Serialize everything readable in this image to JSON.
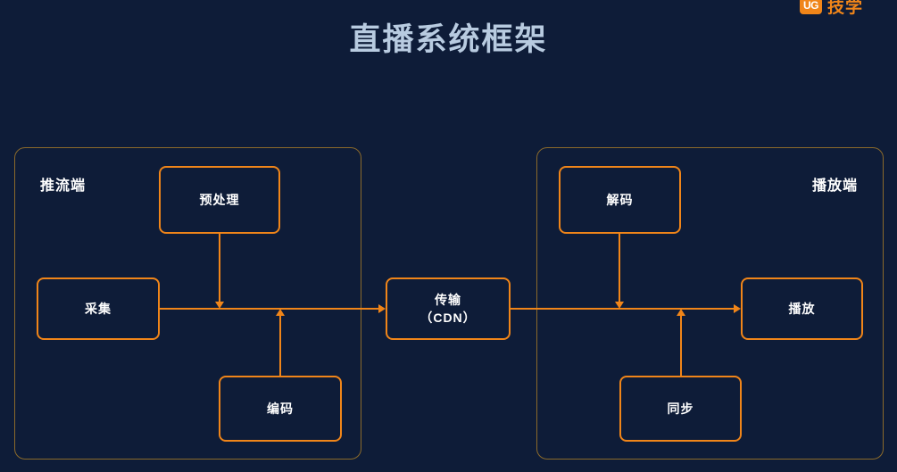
{
  "watermark": {
    "badge_text": "UG",
    "text": "技学"
  },
  "title": "直播系统框架",
  "colors": {
    "background": "#0e1c38",
    "accent_orange": "#f08519",
    "panel_border": "#8b6a2b",
    "title_text": "#b8cbe0",
    "node_text": "#ffffff"
  },
  "panels": [
    {
      "name": "push",
      "label": "推流端"
    },
    {
      "name": "play",
      "label": "播放端"
    }
  ],
  "nodes": [
    {
      "name": "capture",
      "lines": [
        "采集"
      ]
    },
    {
      "name": "preprocess",
      "lines": [
        "预处理"
      ]
    },
    {
      "name": "encode",
      "lines": [
        "编码"
      ]
    },
    {
      "name": "transport",
      "lines": [
        "传输",
        "（CDN）"
      ]
    },
    {
      "name": "decode",
      "lines": [
        "解码"
      ]
    },
    {
      "name": "sync",
      "lines": [
        "同步"
      ]
    },
    {
      "name": "playback",
      "lines": [
        "播放"
      ]
    }
  ],
  "connections": [
    {
      "from": "capture",
      "to": "transport",
      "direction": "right"
    },
    {
      "from": "preprocess",
      "to": "capture-transport-path",
      "direction": "down"
    },
    {
      "from": "encode",
      "to": "capture-transport-path",
      "direction": "up"
    },
    {
      "from": "transport",
      "to": "playback",
      "direction": "right"
    },
    {
      "from": "decode",
      "to": "transport-playback-path",
      "direction": "down"
    },
    {
      "from": "sync",
      "to": "transport-playback-path",
      "direction": "up"
    }
  ]
}
